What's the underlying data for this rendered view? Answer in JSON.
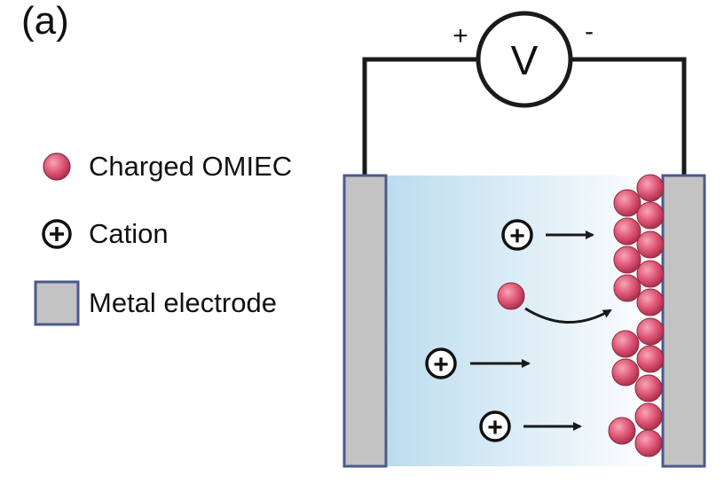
{
  "panel_label": "(a)",
  "legend": {
    "items": [
      {
        "key": "charged-omiec",
        "label": "Charged OMIEC"
      },
      {
        "key": "cation",
        "label": "Cation"
      },
      {
        "key": "metal-electrode",
        "label": "Metal electrode"
      }
    ]
  },
  "voltmeter": {
    "symbol": "V",
    "plus": "+",
    "minus": "-"
  },
  "cation_symbol": "+",
  "colors": {
    "omiec": "#e05a78",
    "omiec_dark": "#b0304e",
    "electrode_fill": "#c3c3c3",
    "electrode_border": "#4a5a8c",
    "electrolyte_left": "#bcdcee",
    "electrolyte_right": "#ffffff",
    "wire": "#1a1a1a"
  }
}
